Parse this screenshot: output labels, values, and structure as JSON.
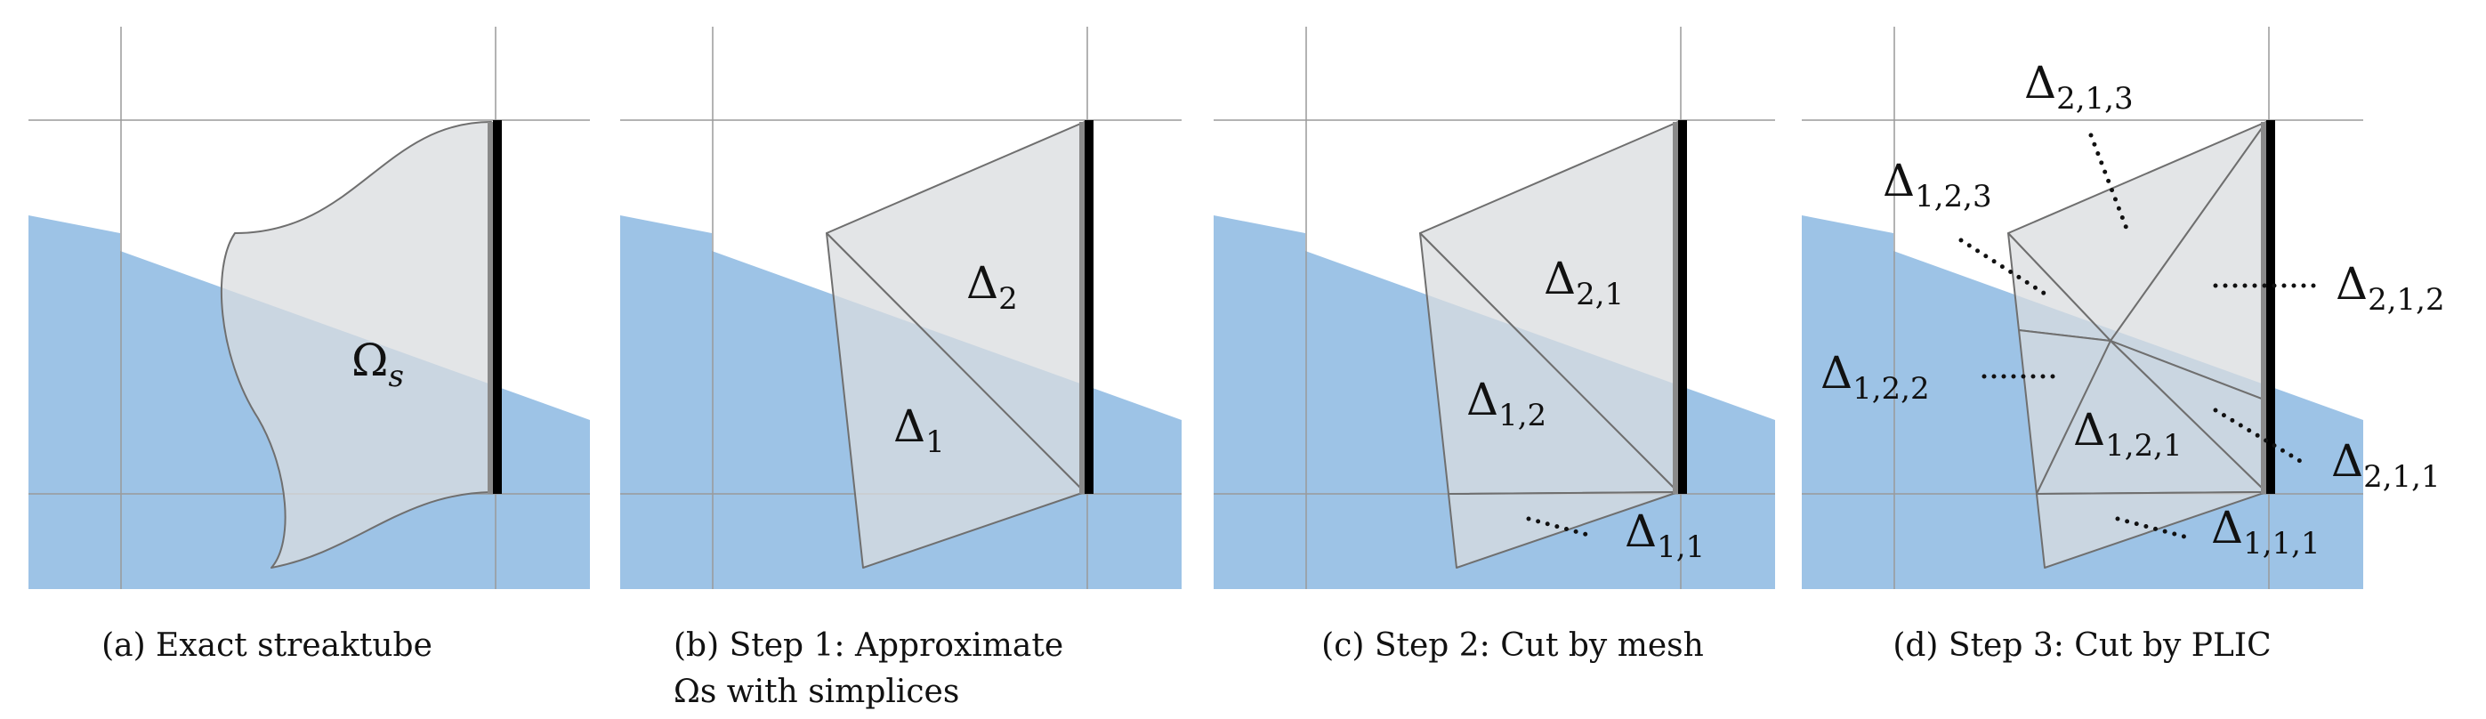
{
  "colors": {
    "water": "#9dc3e6",
    "simplex_fill": "#d9dcdf",
    "edge": "#6f6f6f",
    "grid": "#9a9a9a",
    "wall": "#000000",
    "wall_shade": "#8a8a8a",
    "text": "#111111"
  },
  "panels": [
    {
      "id": "a",
      "caption": [
        "(a) Exact streaktube"
      ],
      "labels": [
        {
          "base": "Ω",
          "sub": "s"
        }
      ]
    },
    {
      "id": "b",
      "caption": [
        "(b) Step 1: Approximate",
        "Ωs with simplices"
      ],
      "labels": [
        {
          "base": "Δ",
          "sub": "2"
        },
        {
          "base": "Δ",
          "sub": "1"
        }
      ]
    },
    {
      "id": "c",
      "caption": [
        "(c) Step 2: Cut by mesh"
      ],
      "labels": [
        {
          "base": "Δ",
          "sub": "2,1"
        },
        {
          "base": "Δ",
          "sub": "1,2"
        },
        {
          "base": "Δ",
          "sub": "1,1"
        }
      ]
    },
    {
      "id": "d",
      "caption": [
        "(d) Step 3: Cut by PLIC"
      ],
      "labels": [
        {
          "base": "Δ",
          "sub": "2,1,3"
        },
        {
          "base": "Δ",
          "sub": "1,2,3"
        },
        {
          "base": "Δ",
          "sub": "2,1,2"
        },
        {
          "base": "Δ",
          "sub": "1,2,2"
        },
        {
          "base": "Δ",
          "sub": "1,2,1"
        },
        {
          "base": "Δ",
          "sub": "2,1,1"
        },
        {
          "base": "Δ",
          "sub": "1,1,1"
        }
      ]
    }
  ]
}
